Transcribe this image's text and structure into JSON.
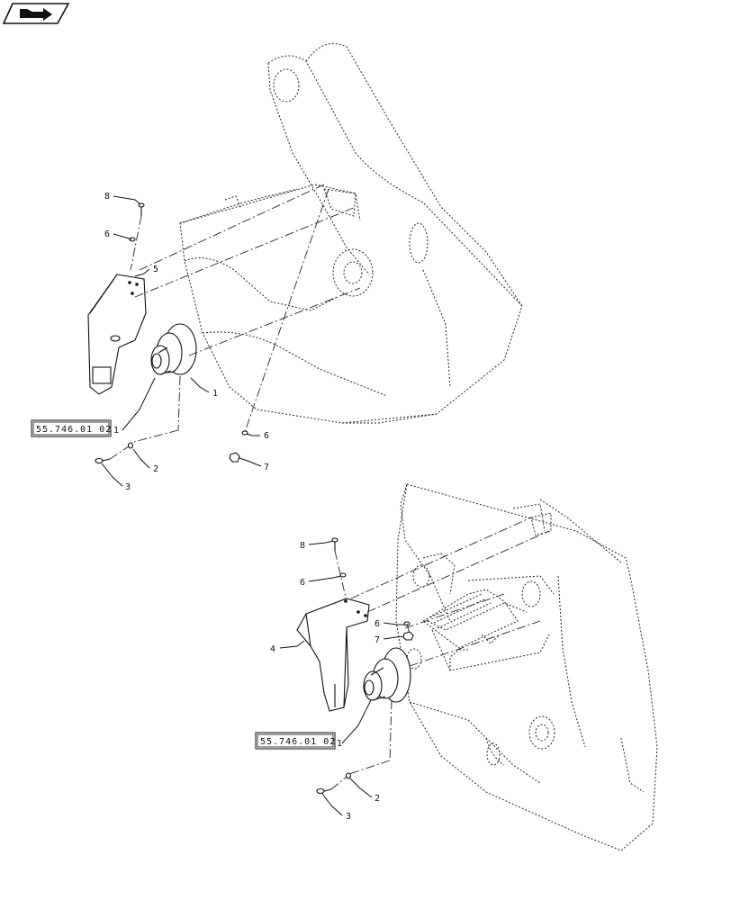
{
  "diagram": {
    "callouts": {
      "upper": [
        "8",
        "6",
        "5",
        "1",
        "1",
        "2",
        "3",
        "6",
        "7"
      ],
      "lower": [
        "8",
        "6",
        "6",
        "7",
        "4",
        "1",
        "2",
        "3"
      ]
    },
    "reference_labels": {
      "upper": "55.746.01 02",
      "lower": "55.746.01 02"
    }
  }
}
